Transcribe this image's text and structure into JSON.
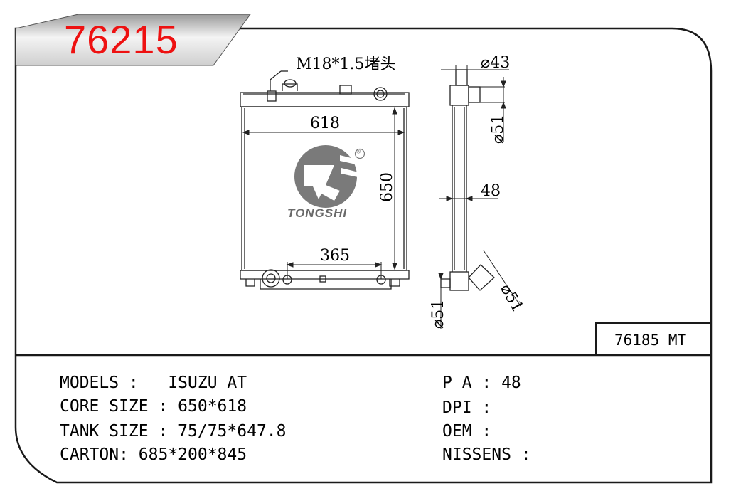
{
  "part_number": "76215",
  "cross_reference": "76185 MT",
  "drawing": {
    "plug_label": "M18*1.5堵头",
    "width_dim": "618",
    "height_dim": "650",
    "spacing_dim": "365",
    "top_pipe_dia": "⌀43",
    "upper_hose_dia": "⌀51",
    "core_depth": "48",
    "lower_hose_dia_right": "⌀51",
    "lower_hose_dia_left": "⌀51"
  },
  "logo": {
    "brand": "TONGSHI",
    "registered": "®",
    "color": "#7a7a7a"
  },
  "specs": {
    "models": "MODELS :   ISUZU AT",
    "core_size": "CORE SIZE : 650*618",
    "tank_size": "TANK SIZE : 75/75*647.8",
    "carton": "CARTON: 685*200*845",
    "pa": "P A : 48",
    "dpi": "DPI :",
    "oem": "OEM :",
    "nissens": "NISSENS :"
  },
  "colors": {
    "part_number": "#ee1111",
    "frame": "#1a1a1a"
  }
}
